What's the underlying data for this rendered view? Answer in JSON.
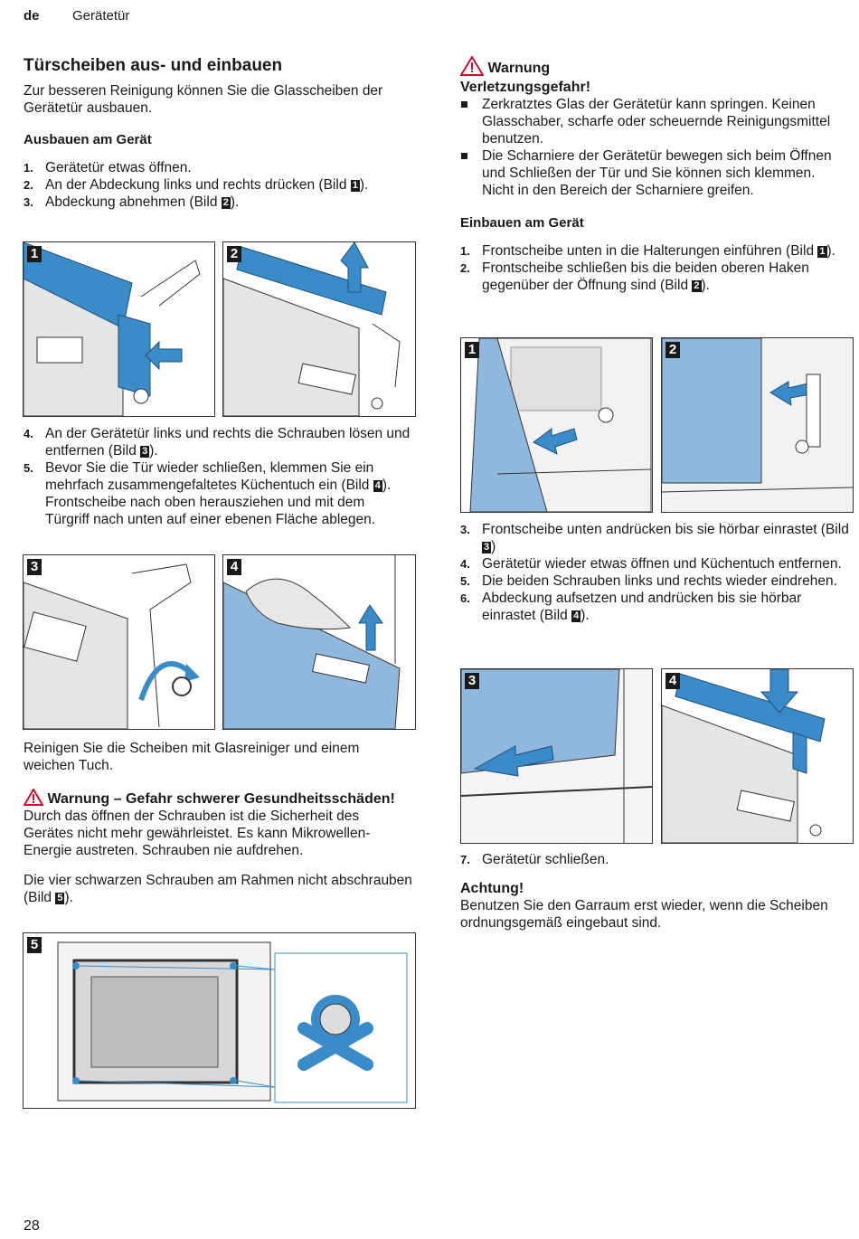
{
  "header": {
    "lang": "de",
    "section": "Gerätetür"
  },
  "left": {
    "title": "Türscheiben aus- und einbauen",
    "intro": "Zur besseren Reinigung können Sie die Glasscheiben der Gerätetür ausbauen.",
    "remove_heading": "Ausbauen am Gerät",
    "steps_a": [
      {
        "n": "1.",
        "text": "Gerätetür etwas öffnen."
      },
      {
        "n": "2.",
        "text": "An der Abdeckung links und rechts drücken (Bild ",
        "ref": "1",
        "tail": ")."
      },
      {
        "n": "3.",
        "text": "Abdeckung abnehmen (Bild ",
        "ref": "2",
        "tail": ")."
      }
    ],
    "steps_b": [
      {
        "n": "4.",
        "text": "An der Gerätetür links und rechts die Schrauben lösen und entfernen (Bild ",
        "ref": "3",
        "tail": ")."
      },
      {
        "n": "5.",
        "text": "Bevor Sie die Tür wieder schließen, klemmen Sie ein mehrfach zusammengefaltetes Küchentuch ein (Bild ",
        "ref": "4",
        "tail": ").",
        "extra": "Frontscheibe nach oben herausziehen und mit dem Türgriff nach unten auf einer ebenen Fläche ablegen."
      }
    ],
    "clean_text": "Reinigen Sie die Scheiben mit Glasreiniger und einem weichen Tuch.",
    "warning2_title": "Warnung – Gefahr schwerer Gesundheitsschäden!",
    "warning2_text": "Durch das öffnen der Schrauben ist die Sicherheit des Gerätes nicht mehr gewährleistet. Es kann Mikrowellen-Energie austreten. Schrauben nie aufdrehen.",
    "screws_text": "Die vier schwarzen Schrauben am Rahmen nicht abschrauben (Bild ",
    "screws_ref": "5",
    "screws_tail": ")."
  },
  "right": {
    "warning_label": "Warnung",
    "warning_subtitle": "Verletzungsgefahr!",
    "warning_bullets": [
      "Zerkratztes Glas der Gerätetür kann springen. Keinen Glasschaber, scharfe oder scheuernde Reinigungsmittel benutzen.",
      "Die Scharniere der Gerätetür bewegen sich beim Öffnen und Schließen der Tür und Sie können sich klemmen. Nicht in den Bereich der Scharniere greifen."
    ],
    "install_heading": "Einbauen am Gerät",
    "steps_c": [
      {
        "n": "1.",
        "text": "Frontscheibe unten in die Halterungen einführen (Bild ",
        "ref": "1",
        "tail": ")."
      },
      {
        "n": "2.",
        "text": "Frontscheibe schließen bis die beiden oberen Haken gegenüber der Öffnung sind (Bild ",
        "ref": "2",
        "tail": ")."
      }
    ],
    "steps_d": [
      {
        "n": "3.",
        "text": "Frontscheibe unten andrücken bis sie hörbar einrastet (Bild ",
        "ref": "3",
        "tail": ")"
      },
      {
        "n": "4.",
        "text": "Gerätetür wieder etwas öffnen und Küchentuch entfernen."
      },
      {
        "n": "5.",
        "text": "Die beiden Schrauben links und rechts wieder eindrehen."
      },
      {
        "n": "6.",
        "text": "Abdeckung aufsetzen und andrücken bis sie hörbar einrastet (Bild ",
        "ref": "4",
        "tail": ")."
      }
    ],
    "step7": {
      "n": "7.",
      "text": "Gerätetür schließen."
    },
    "caution_title": "Achtung!",
    "caution_text": "Benutzen Sie den Garraum erst wieder, wenn die Scheiben ordnungsgemäß eingebaut sind."
  },
  "figures": {
    "l1": "1",
    "l2": "2",
    "l3": "3",
    "l4": "4",
    "l5": "5",
    "r1": "1",
    "r2": "2",
    "r3": "3",
    "r4": "4"
  },
  "colors": {
    "blue": "#3a8cc9",
    "light_blue": "#8fb8dc",
    "warning_red": "#c8102e"
  },
  "page_number": "28"
}
